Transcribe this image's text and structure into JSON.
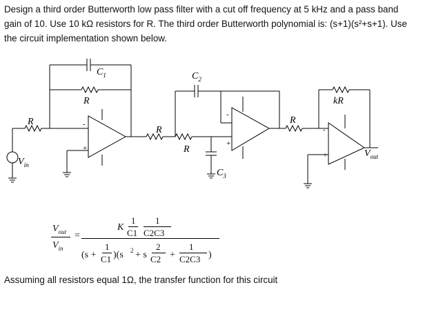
{
  "problem": {
    "line1": "Design a third order Butterworth low pass filter with a cut off frequency at 5 kHz and a pass band",
    "line2": "gain of 10.  Use 10 kΩ resistors for R. The third order Butterworth polynomial is: (s+1)(s²+s+1).  Use",
    "line3": "the circuit implementation shown below."
  },
  "circuit": {
    "labels": {
      "c1": "C",
      "c1_sub": "1",
      "c2": "C",
      "c2_sub": "2",
      "c3": "C",
      "c3_sub": "3",
      "r_feedback": "R",
      "r_input": "R",
      "r_mid_top": "R",
      "r_mid_bottom": "R",
      "r_stage3": "R",
      "kr": "kR",
      "vin": "V",
      "vin_sub": "in",
      "vout": "V",
      "vout_sub": "out",
      "plus": "+",
      "minus": "-"
    }
  },
  "formula": {
    "lhs_num": "V",
    "lhs_num_sub": "out",
    "lhs_den": "V",
    "lhs_den_sub": "in",
    "equals": "=",
    "k": "K",
    "num_one_a": "1",
    "num_one_b": "1",
    "num_c1": "C1",
    "num_c2c3": "C2C3",
    "den_s_plus": "(s +",
    "den_one": "1",
    "den_c1": "C1",
    "den_mid": ")(s",
    "den_sq": "2",
    "den_plus_s": "+ s",
    "den_two": "2",
    "den_c2": "C2",
    "den_plus": "+",
    "den_one_b": "1",
    "den_c2c3": "C2C3",
    "den_close": ")"
  },
  "footer": {
    "text": "Assuming all resistors equal 1Ω, the transfer function for this circuit"
  }
}
